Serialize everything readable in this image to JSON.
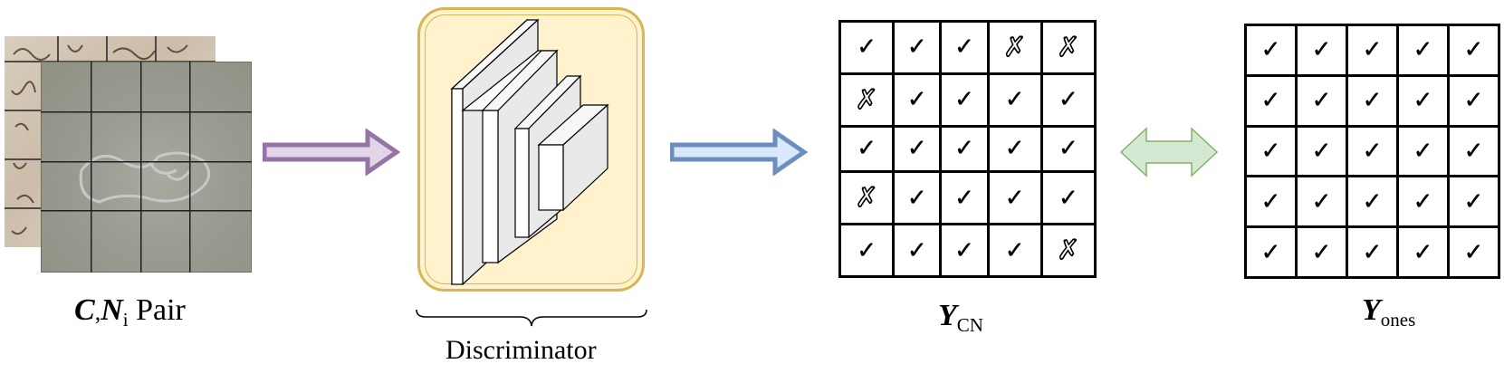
{
  "left_label": {
    "c": "C",
    "comma": ",",
    "n": "N",
    "n_sub": "i",
    "pair": "Pair"
  },
  "discriminator_label": "Discriminator",
  "y_cn_label": {
    "y": "Y",
    "sub": "CN"
  },
  "y_ones_label": {
    "y": "Y",
    "sub": "ones"
  },
  "symbols": {
    "ok": "✓",
    "x": "✗"
  },
  "y_cn_grid": [
    [
      "ok",
      "ok",
      "ok",
      "x",
      "x"
    ],
    [
      "x",
      "ok",
      "ok",
      "ok",
      "ok"
    ],
    [
      "ok",
      "ok",
      "ok",
      "ok",
      "ok"
    ],
    [
      "x",
      "ok",
      "ok",
      "ok",
      "ok"
    ],
    [
      "ok",
      "ok",
      "ok",
      "ok",
      "x"
    ]
  ],
  "y_ones_grid": [
    [
      "ok",
      "ok",
      "ok",
      "ok",
      "ok"
    ],
    [
      "ok",
      "ok",
      "ok",
      "ok",
      "ok"
    ],
    [
      "ok",
      "ok",
      "ok",
      "ok",
      "ok"
    ],
    [
      "ok",
      "ok",
      "ok",
      "ok",
      "ok"
    ],
    [
      "ok",
      "ok",
      "ok",
      "ok",
      "ok"
    ]
  ],
  "colors": {
    "arrow1_fill": "#e1d5e7",
    "arrow1_stroke": "#9673a6",
    "arrow2_fill": "#dae8fc",
    "arrow2_stroke": "#6c8ebf",
    "arrow3_fill": "#d5e8d4",
    "arrow3_stroke": "#82b366",
    "disc_fill": "#fff2cc",
    "disc_stroke": "#d6b656"
  }
}
